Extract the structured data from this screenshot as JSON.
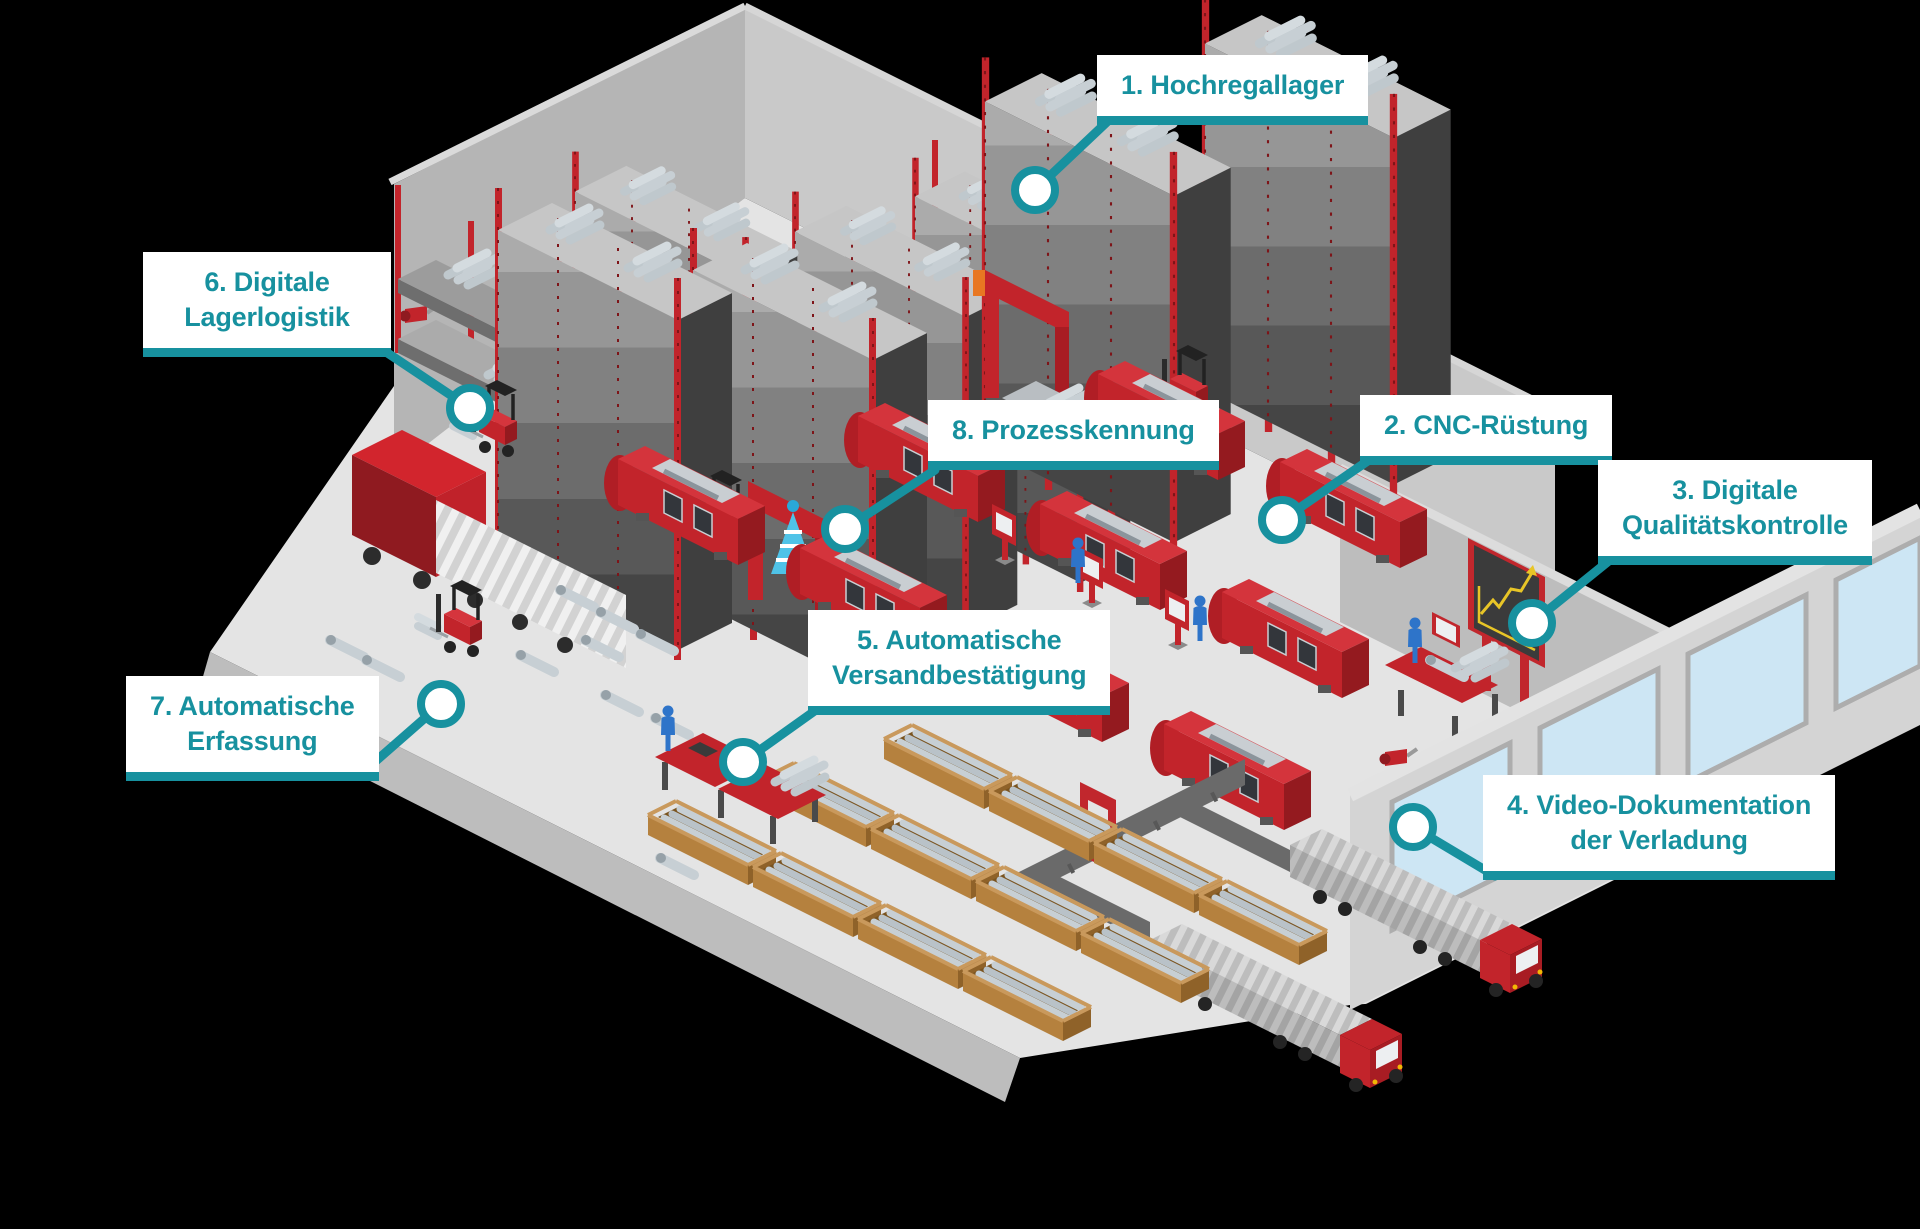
{
  "colors": {
    "accent_teal": "#17919F",
    "label_background": "#FFFFFF",
    "machine_red": "#C2242B",
    "dark_red": "#8F1A20",
    "person_blue": "#2E74C9",
    "floor_grey": "#E4E4E4",
    "wall_grey": "#B5B5B5",
    "crate_brown": "#B5813E",
    "window_blue": "#CDE6F4",
    "conveyor_grey": "#6A6A6A",
    "chart_yellow": "#E8C527",
    "background": "#000000"
  },
  "callouts": [
    {
      "id": "1",
      "label": "1. Hochregallager"
    },
    {
      "id": "2",
      "label": "2. CNC-Rüstung"
    },
    {
      "id": "3",
      "label": "3. Digitale\nQualitätskontrolle"
    },
    {
      "id": "4",
      "label": "4. Video-Dokumentation\nder Verladung"
    },
    {
      "id": "5",
      "label": "5. Automatische\nVersandbestätigung"
    },
    {
      "id": "6",
      "label": "6. Digitale\nLagerlogistik"
    },
    {
      "id": "7",
      "label": "7. Automatische\nErfassung"
    },
    {
      "id": "8",
      "label": "8. Prozesskennung"
    }
  ],
  "scene": {
    "icons": [
      "camera-icon",
      "forklift-icon",
      "cnc-machine-icon",
      "truck-icon",
      "high-bay-rack-icon",
      "crate-icon",
      "conveyor-icon",
      "quality-chart-icon",
      "worker-icon",
      "signal-gate-icon"
    ]
  }
}
